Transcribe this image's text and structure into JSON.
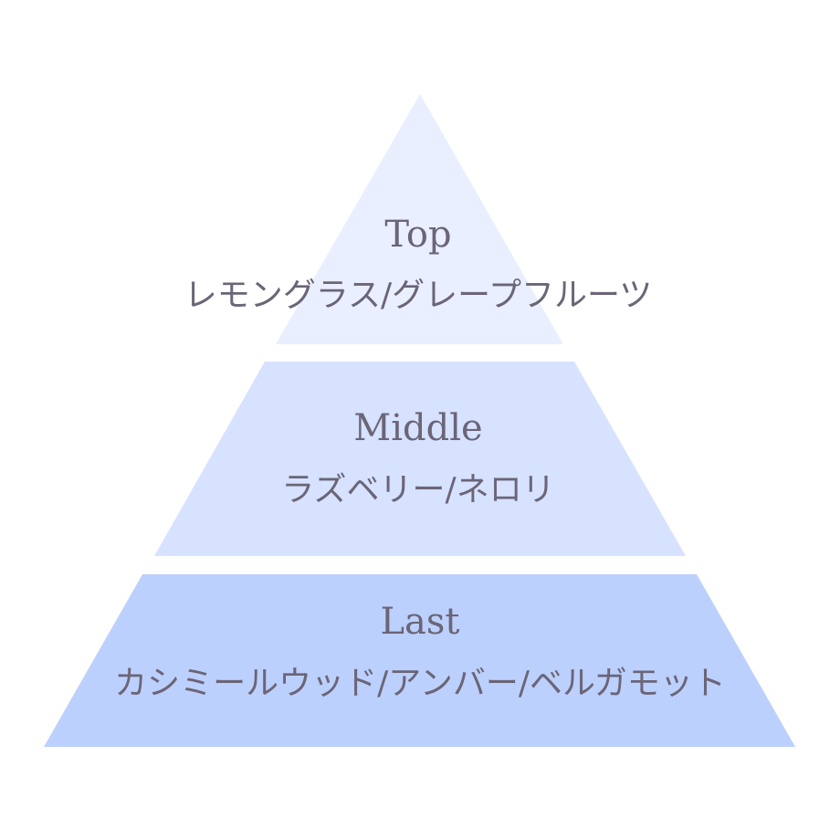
{
  "tiers": [
    {
      "title": "Top",
      "notes": "レモングラス/グレープフルーツ",
      "color": "#e9efff"
    },
    {
      "title": "Middle",
      "notes": "ラズベリー/ネロリ",
      "color": "#d6e2ff"
    },
    {
      "title": "Last",
      "notes": "カシミールウッド/アンバー/ベルガモット",
      "color": "#bcd0fd"
    }
  ],
  "text_color": "#6b6577"
}
